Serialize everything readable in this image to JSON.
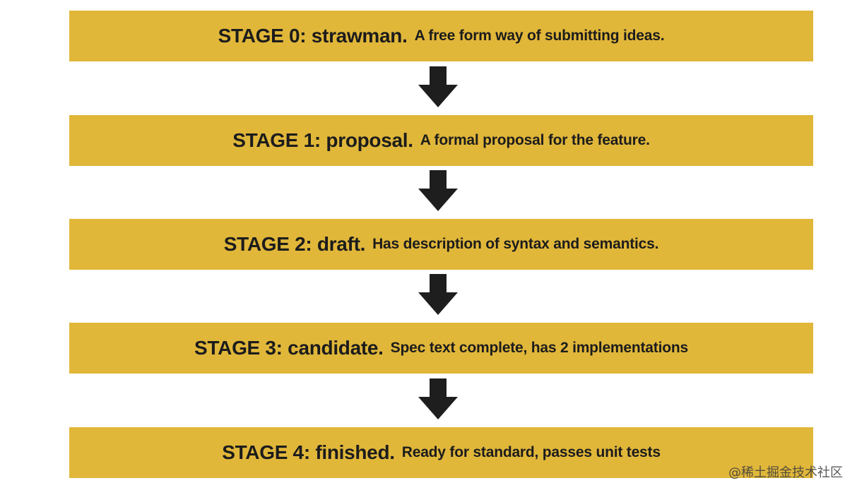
{
  "stages": [
    {
      "label": "STAGE 0: strawman.",
      "description": "A free form way of submitting ideas."
    },
    {
      "label": "STAGE 1: proposal.",
      "description": "A formal proposal for the feature."
    },
    {
      "label": "STAGE 2: draft.",
      "description": "Has description of syntax and semantics."
    },
    {
      "label": "STAGE 3: candidate.",
      "description": "Spec text complete, has 2 implementations"
    },
    {
      "label": "STAGE 4: finished.",
      "description": "Ready for standard, passes unit tests"
    }
  ],
  "watermark": "@稀土掘金技术社区",
  "colors": {
    "stage_fill": "#e1b73a",
    "arrow": "#1e1e1e",
    "text": "#1c1c1c",
    "background": "#ffffff"
  },
  "icons": {
    "arrow": "down-arrow-icon"
  }
}
